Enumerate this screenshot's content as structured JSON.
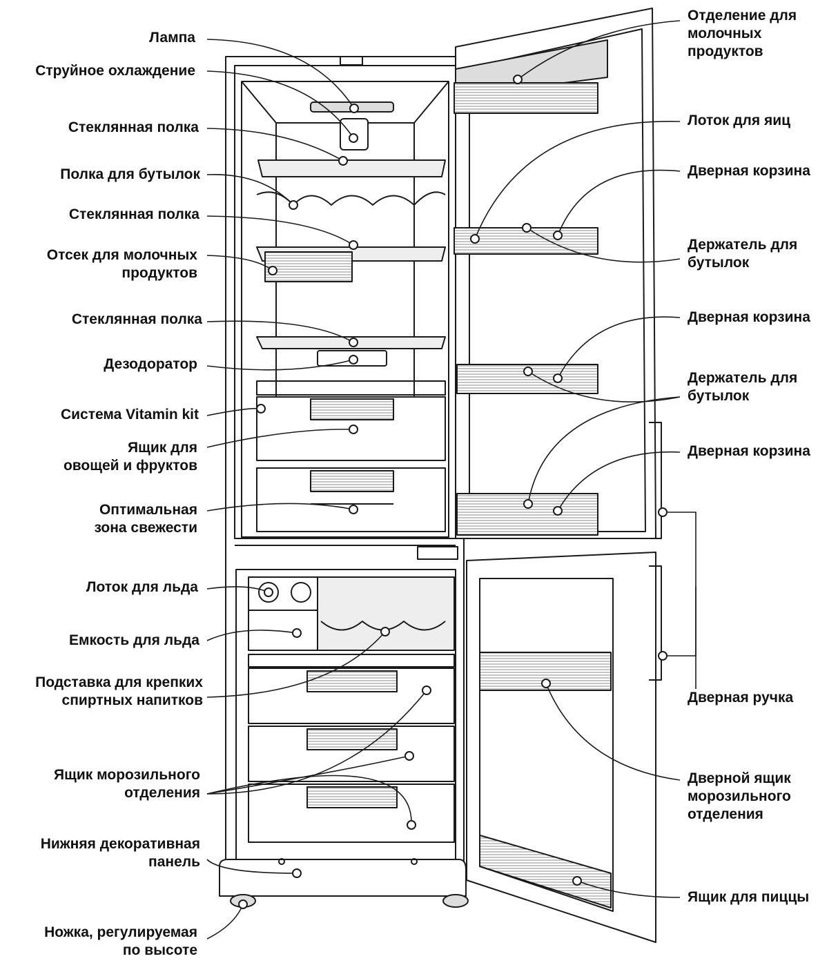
{
  "diagram": {
    "colors": {
      "line": "#1a1a1a",
      "fill": "#ffffff",
      "shade": "#cfcfcf",
      "text": "#111111"
    },
    "left_labels": [
      {
        "id": "lamp",
        "lines": [
          "Лампа"
        ]
      },
      {
        "id": "jet-cooling",
        "lines": [
          "Струйное охлаждение"
        ]
      },
      {
        "id": "glass-shelf-1",
        "lines": [
          "Стеклянная полка"
        ]
      },
      {
        "id": "bottle-shelf",
        "lines": [
          "Полка для бутылок"
        ]
      },
      {
        "id": "glass-shelf-2",
        "lines": [
          "Стеклянная полка"
        ]
      },
      {
        "id": "dairy-compartment",
        "lines": [
          "Отсек для молочных",
          "продуктов"
        ]
      },
      {
        "id": "glass-shelf-3",
        "lines": [
          "Стеклянная полка"
        ]
      },
      {
        "id": "deodorizer",
        "lines": [
          "Дезодоратор"
        ]
      },
      {
        "id": "vitamin-kit",
        "lines": [
          "Система Vitamin kit"
        ]
      },
      {
        "id": "vegetable-drawer",
        "lines": [
          "Ящик для",
          "овощей и фруктов"
        ]
      },
      {
        "id": "fresh-zone",
        "lines": [
          "Оптимальная",
          "зона свежести"
        ]
      },
      {
        "id": "ice-tray",
        "lines": [
          "Лоток для льда"
        ]
      },
      {
        "id": "ice-bin",
        "lines": [
          "Емкость для льда"
        ]
      },
      {
        "id": "spirits-stand",
        "lines": [
          "Подставка для крепких",
          "спиртных напитков"
        ]
      },
      {
        "id": "freezer-drawer",
        "lines": [
          "Ящик морозильного",
          "отделения"
        ]
      },
      {
        "id": "bottom-panel",
        "lines": [
          "Нижняя декоративная",
          "панель"
        ]
      },
      {
        "id": "adjustable-foot",
        "lines": [
          "Ножка, регулируемая",
          "по высоте"
        ]
      }
    ],
    "right_labels": [
      {
        "id": "door-dairy",
        "lines": [
          "Отделение для",
          "молочных",
          "продуктов"
        ]
      },
      {
        "id": "egg-tray",
        "lines": [
          "Лоток для яиц"
        ]
      },
      {
        "id": "door-basket-1",
        "lines": [
          "Дверная корзина"
        ]
      },
      {
        "id": "bottle-holder-1",
        "lines": [
          "Держатель для",
          "бутылок"
        ]
      },
      {
        "id": "door-basket-2",
        "lines": [
          "Дверная корзина"
        ]
      },
      {
        "id": "bottle-holder-2",
        "lines": [
          "Держатель для",
          "бутылок"
        ]
      },
      {
        "id": "door-basket-3",
        "lines": [
          "Дверная корзина"
        ]
      },
      {
        "id": "door-handle",
        "lines": [
          "Дверная ручка"
        ]
      },
      {
        "id": "freezer-door-drawer",
        "lines": [
          "Дверной ящик",
          "морозильного",
          "отделения"
        ]
      },
      {
        "id": "pizza-box",
        "lines": [
          "Ящик для пиццы"
        ]
      }
    ]
  }
}
